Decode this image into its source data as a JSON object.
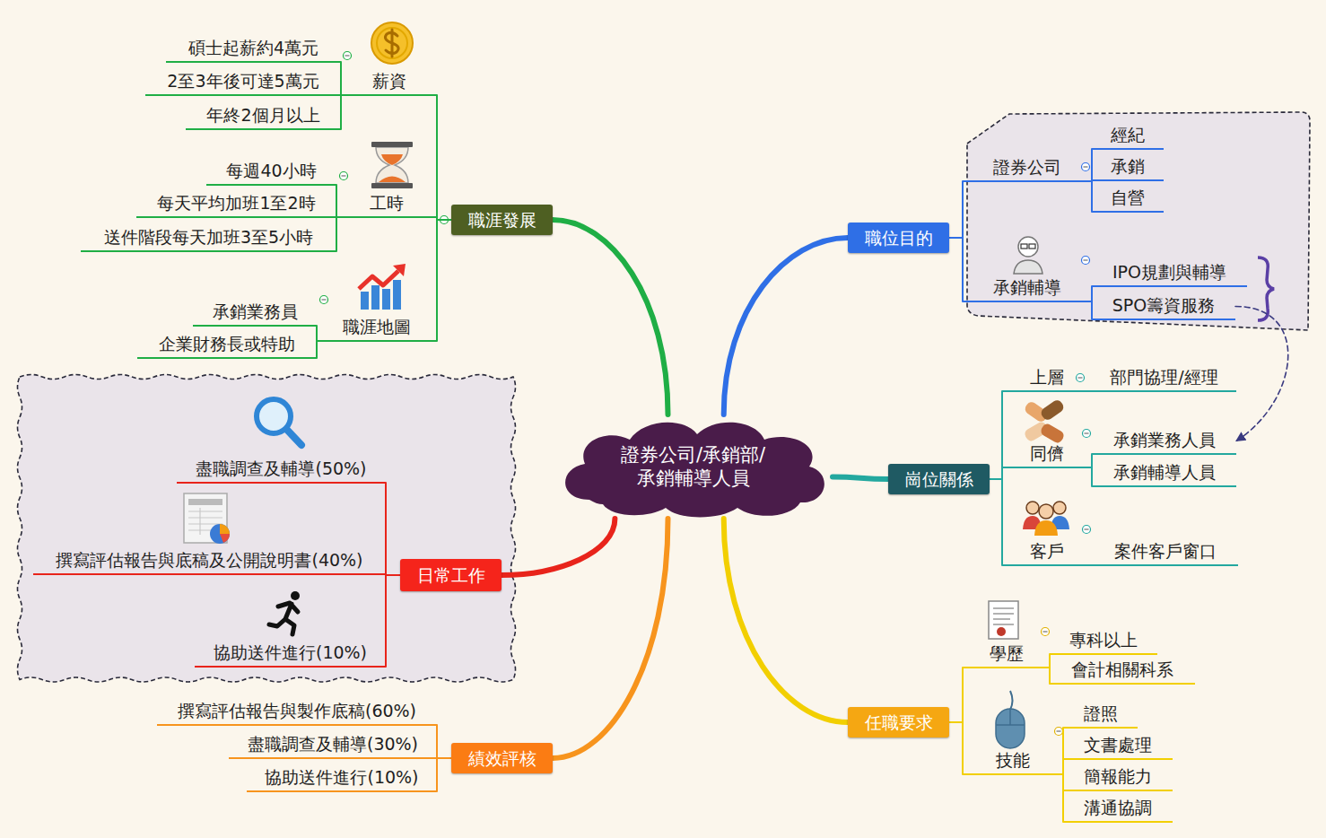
{
  "diagram": {
    "nodes": [
      {
        "text": [
          "證券公司/承銷部/ 承銷輔導人員"
        ]
      },
      {
        "text": [
          "職位目的"
        ]
      },
      {
        "text": [
          "證券公司"
        ]
      },
      {
        "text": [
          "經紀"
        ]
      },
      {
        "text": [
          "承銷"
        ]
      },
      {
        "text": [
          "自營"
        ]
      },
      {
        "text": [
          "承銷輔導"
        ]
      },
      {
        "text": [
          "IPO規劃與輔導"
        ]
      },
      {
        "text": [
          "SPO籌資服務"
        ]
      },
      {
        "text": [
          "崗位關係"
        ]
      },
      {
        "text": [
          "上層"
        ]
      },
      {
        "text": [
          "部門協理/經理"
        ]
      },
      {
        "text": [
          "同儕"
        ]
      },
      {
        "text": [
          "承銷業務人員"
        ]
      },
      {
        "text": [
          "承銷輔導人員"
        ]
      },
      {
        "text": [
          "客戶"
        ]
      },
      {
        "text": [
          "案件客戶窗口"
        ]
      },
      {
        "text": [
          "任職要求"
        ]
      },
      {
        "text": [
          "學歷"
        ]
      },
      {
        "text": [
          "專科以上"
        ]
      },
      {
        "text": [
          "會計相關科系"
        ]
      },
      {
        "text": [
          "技能"
        ]
      },
      {
        "text": [
          "證照"
        ]
      },
      {
        "text": [
          "文書處理"
        ]
      },
      {
        "text": [
          "簡報能力"
        ]
      },
      {
        "text": [
          "溝通協調"
        ]
      },
      {
        "text": [
          "績效評核"
        ]
      },
      {
        "text": [
          "撰寫評估報告與製作底稿(60%)"
        ]
      },
      {
        "text": [
          "盡職調查及輔導(30%)"
        ]
      },
      {
        "text": [
          "協助送件進行(10%)"
        ]
      },
      {
        "text": [
          "日常工作"
        ]
      },
      {
        "text": [
          "盡職調查及輔導(50%)"
        ]
      },
      {
        "text": [
          "撰寫評估報告與底稿及公開說明書(40%)"
        ]
      },
      {
        "text": [
          "協助送件進行(10%)"
        ]
      },
      {
        "text": [
          "職涯發展"
        ]
      },
      {
        "text": [
          "薪資"
        ]
      },
      {
        "text": [
          "碩士起薪約4萬元"
        ]
      },
      {
        "text": [
          "2至3年後可達5萬元"
        ]
      },
      {
        "text": [
          "年終2個月以上"
        ]
      },
      {
        "text": [
          "工時"
        ]
      },
      {
        "text": [
          "每週40小時"
        ]
      },
      {
        "text": [
          "每天平均加班1至2時"
        ]
      },
      {
        "text": [
          "送件階段每天加班3至5小時"
        ]
      },
      {
        "text": [
          "職涯地圖"
        ]
      },
      {
        "text": [
          "承銷業務員"
        ]
      },
      {
        "text": [
          "企業財務長或特助"
        ]
      }
    ],
    "edges": [
      {
        "from": 0,
        "to": 1,
        "arrow": "none"
      },
      {
        "from": 1,
        "to": 2,
        "arrow": "none"
      },
      {
        "from": 2,
        "to": 3,
        "arrow": "none"
      },
      {
        "from": 2,
        "to": 4,
        "arrow": "none"
      },
      {
        "from": 2,
        "to": 5,
        "arrow": "none"
      },
      {
        "from": 1,
        "to": 6,
        "arrow": "none"
      },
      {
        "from": 6,
        "to": 7,
        "arrow": "none"
      },
      {
        "from": 6,
        "to": 8,
        "arrow": "none"
      },
      {
        "from": 0,
        "to": 9,
        "arrow": "none"
      },
      {
        "from": 9,
        "to": 10,
        "arrow": "none"
      },
      {
        "from": 10,
        "to": 11,
        "arrow": "none"
      },
      {
        "from": 9,
        "to": 12,
        "arrow": "none"
      },
      {
        "from": 12,
        "to": 13,
        "arrow": "none"
      },
      {
        "from": 12,
        "to": 14,
        "arrow": "none"
      },
      {
        "from": 9,
        "to": 15,
        "arrow": "none"
      },
      {
        "from": 15,
        "to": 16,
        "arrow": "none"
      },
      {
        "from": 0,
        "to": 17,
        "arrow": "none"
      },
      {
        "from": 17,
        "to": 18,
        "arrow": "none"
      },
      {
        "from": 18,
        "to": 19,
        "arrow": "none"
      },
      {
        "from": 18,
        "to": 20,
        "arrow": "none"
      },
      {
        "from": 17,
        "to": 21,
        "arrow": "none"
      },
      {
        "from": 21,
        "to": 22,
        "arrow": "none"
      },
      {
        "from": 21,
        "to": 23,
        "arrow": "none"
      },
      {
        "from": 21,
        "to": 24,
        "arrow": "none"
      },
      {
        "from": 21,
        "to": 25,
        "arrow": "none"
      },
      {
        "from": 0,
        "to": 26,
        "arrow": "none"
      },
      {
        "from": 26,
        "to": 27,
        "arrow": "none"
      },
      {
        "from": 26,
        "to": 28,
        "arrow": "none"
      },
      {
        "from": 26,
        "to": 29,
        "arrow": "none"
      },
      {
        "from": 0,
        "to": 30,
        "arrow": "none"
      },
      {
        "from": 30,
        "to": 31,
        "arrow": "none"
      },
      {
        "from": 30,
        "to": 32,
        "arrow": "none"
      },
      {
        "from": 30,
        "to": 33,
        "arrow": "none"
      },
      {
        "from": 0,
        "to": 34,
        "arrow": "none"
      },
      {
        "from": 34,
        "to": 35,
        "arrow": "none"
      },
      {
        "from": 35,
        "to": 36,
        "arrow": "none"
      },
      {
        "from": 35,
        "to": 37,
        "arrow": "none"
      },
      {
        "from": 35,
        "to": 38,
        "arrow": "none"
      },
      {
        "from": 34,
        "to": 39,
        "arrow": "none"
      },
      {
        "from": 39,
        "to": 40,
        "arrow": "none"
      },
      {
        "from": 39,
        "to": 41,
        "arrow": "none"
      },
      {
        "from": 39,
        "to": 42,
        "arrow": "none"
      },
      {
        "from": 34,
        "to": 43,
        "arrow": "none"
      },
      {
        "from": 43,
        "to": 44,
        "arrow": "none"
      },
      {
        "from": 43,
        "to": 45,
        "arrow": "none"
      },
      {
        "from": 8,
        "to": 13,
        "arrow": "to"
      }
    ]
  }
}
